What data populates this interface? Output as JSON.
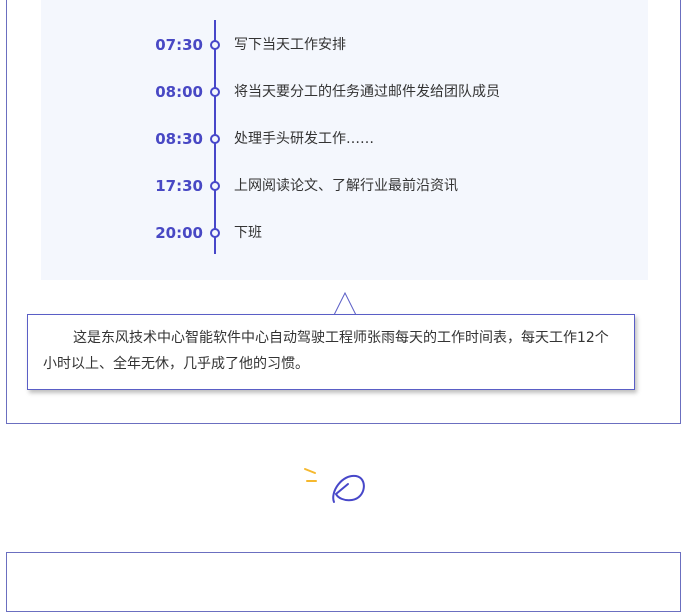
{
  "timeline": {
    "items": [
      {
        "time": "07:30",
        "text": "写下当天工作安排"
      },
      {
        "time": "08:00",
        "text": "将当天要分工的任务通过邮件发给团队成员"
      },
      {
        "time": "08:30",
        "text": "处理手头研发工作……"
      },
      {
        "time": "17:30",
        "text": "上网阅读论文、了解行业最前沿资讯"
      },
      {
        "time": "20:00",
        "text": "下班"
      }
    ]
  },
  "caption": {
    "text": "这是东风技术中心智能软件中心自动驾驶工程师张雨每天的工作时间表，每天工作12个小时以上、全年无休，几乎成了他的习惯。"
  },
  "colors": {
    "accent": "#4747c9",
    "panel_bg": "#f4f7fd",
    "deco_yellow": "#f5b82e"
  }
}
